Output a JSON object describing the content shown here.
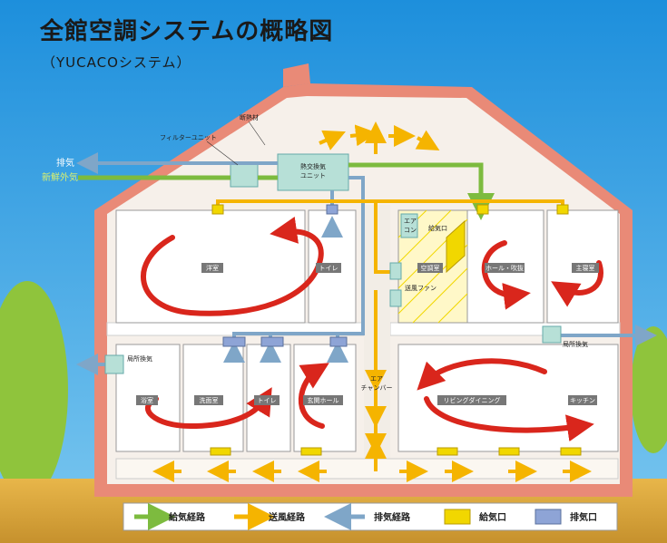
{
  "title": "全館空調システムの概略図",
  "subtitle": "（YUCACOシステム）",
  "labels": {
    "insulation": "断熱材",
    "filter_unit": "フィルターユニット",
    "exhaust": "排気",
    "fresh_air": "新鮮外気",
    "heat_exchanger_1": "熱交換気",
    "heat_exchanger_2": "ユニット",
    "aircon_1": "エア",
    "aircon_2": "コン",
    "supply_vent": "給気口",
    "blower_fan": "送風ファン",
    "local_vent_left": "局所換気",
    "local_vent_right": "局所換気",
    "chamber_1": "エア",
    "chamber_2": "チャンバー"
  },
  "rooms": {
    "western": "洋室",
    "toilet_upper": "トイレ",
    "ac_room": "空調室",
    "hall_atrium": "ホール・吹抜",
    "master_bedroom": "主寝室",
    "bathroom": "浴室",
    "washroom": "洗面室",
    "toilet_lower": "トイレ",
    "entrance_hall": "玄関ホール",
    "living_dining": "リビングダイニング",
    "kitchen": "キッチン"
  },
  "legend": {
    "supply_route": "給気経路",
    "blow_route": "送風経路",
    "exhaust_route": "排気経路",
    "supply_port": "給気口",
    "exhaust_port": "排気口"
  },
  "colors": {
    "sky": "#2f9ee6",
    "wall": "#e98a77",
    "supply_green": "#7dbb3f",
    "blow_orange": "#f5b400",
    "exhaust_blue": "#7fa6c8",
    "supply_port_yellow": "#f1d700",
    "exhaust_port_blue": "#8ea4d6",
    "circulation_red": "#d9261c"
  }
}
